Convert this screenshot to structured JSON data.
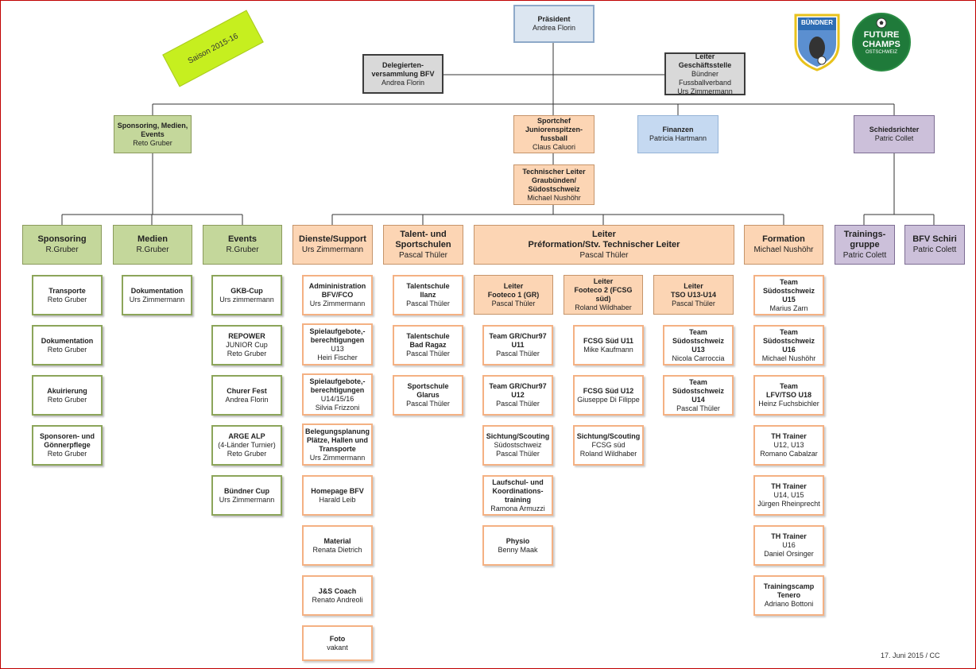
{
  "saison": "Saison 2015-16",
  "footer": "17. Juni 2015 / CC",
  "logos": {
    "buendner": "BÜNDNER",
    "future_champs_l1": "FUTURE",
    "future_champs_l2": "CHAMPS",
    "future_champs_l3": "OSTSCHWEIZ"
  },
  "praesident": {
    "title": "Präsident",
    "name": "Andrea Florin"
  },
  "delegierte": {
    "title": "Delegierten-\nversammlung BFV",
    "name": "Andrea Florin"
  },
  "geschaeftsstelle": {
    "title": "Leiter Geschäftsstelle",
    "name": "Bündner\nFussballverband\nUrs Zimmermann"
  },
  "sponsoring_medien": {
    "title": "Sponsoring, Medien,\nEvents",
    "name": "Reto Gruber"
  },
  "sportchef": {
    "title": "Sportchef\nJuniorenspitzen-\nfussball",
    "name": "Claus Caluori"
  },
  "techleiter": {
    "title": "Technischer Leiter\nGraubünden/\nSüdostschweiz",
    "name": "Michael Nushöhr"
  },
  "finanzen": {
    "title": "Finanzen",
    "name": "Patricia Hartmann"
  },
  "schiedsrichter": {
    "title": "Schiedsrichter",
    "name": "Patric Collet"
  },
  "sponsoring": {
    "title": "Sponsoring",
    "name": "R.Gruber"
  },
  "medien": {
    "title": "Medien",
    "name": "R.Gruber"
  },
  "events": {
    "title": "Events",
    "name": "R.Gruber"
  },
  "dienste": {
    "title": "Dienste/Support",
    "name": "Urs Zimmermann"
  },
  "talent": {
    "title": "Talent- und\nSportschulen",
    "name": "Pascal Thüler"
  },
  "leiter_pre": {
    "title": "Leiter\nPréformation/Stv. Technischer Leiter",
    "name": "Pascal Thüler"
  },
  "formation": {
    "title": "Formation",
    "name": "Michael Nushöhr"
  },
  "trainingsgruppe": {
    "title": "Trainings-\ngruppe",
    "name": "Patric Colett"
  },
  "bfv_schiri": {
    "title": "BFV Schiri",
    "name": "Patric Colett"
  },
  "footeco1": {
    "title": "Leiter\nFooteco 1 (GR)",
    "name": "Pascal Thüler"
  },
  "footeco2": {
    "title": "Leiter\nFooteco 2 (FCSG süd)",
    "name": "Roland Wildhaber"
  },
  "tso": {
    "title": "Leiter\nTSO U13-U14",
    "name": "Pascal Thüler"
  },
  "sponsoring_items": [
    {
      "title": "Transporte",
      "name": "Reto Gruber"
    },
    {
      "title": "Dokumentation",
      "name": "Reto Gruber"
    },
    {
      "title": "Akuirierung",
      "name": "Reto Gruber"
    },
    {
      "title": "Sponsoren- und\nGönnerpflege",
      "name": "Reto Gruber"
    }
  ],
  "medien_items": [
    {
      "title": "Dokumentation",
      "name": "Urs Zimmermann"
    }
  ],
  "events_items": [
    {
      "title": "GKB-Cup",
      "name": "Urs zimmermann"
    },
    {
      "title": "REPOWER",
      "name": "JUNIOR Cup\nReto Gruber"
    },
    {
      "title": "Churer Fest",
      "name": "Andrea Florin"
    },
    {
      "title": "ARGE ALP",
      "name": "(4-Länder Turnier)\nReto Gruber"
    },
    {
      "title": "Bündner Cup",
      "name": "Urs Zimmermann"
    }
  ],
  "dienste_items": [
    {
      "title": "Admininistration\nBFV/FCO",
      "name": "Urs Zimmermann"
    },
    {
      "title": "Spielaufgebote,-\nberechtigungen",
      "name": "U13\nHeiri Fischer"
    },
    {
      "title": "Spielaufgebote,-\nberechtigungen",
      "name": "U14/15/16\nSilvia Frizzoni"
    },
    {
      "title": "Belegungsplanung\nPlätze, Hallen und\nTransporte",
      "name": "Urs Zimmermann"
    },
    {
      "title": "Homepage BFV",
      "name": "Harald Leib"
    },
    {
      "title": "Material",
      "name": "Renata Dietrich"
    },
    {
      "title": "J&S Coach",
      "name": "Renato Andreoli"
    },
    {
      "title": "Foto",
      "name": "vakant"
    }
  ],
  "talent_items": [
    {
      "title": "Talentschule\nIlanz",
      "name": "Pascal Thüler"
    },
    {
      "title": "Talentschule\nBad Ragaz",
      "name": "Pascal Thüler"
    },
    {
      "title": "Sportschule\nGlarus",
      "name": "Pascal Thüler"
    }
  ],
  "footeco1_items": [
    {
      "title": "Team GR/Chur97\nU11",
      "name": "Pascal Thüler"
    },
    {
      "title": "Team GR/Chur97\nU12",
      "name": "Pascal Thüler"
    },
    {
      "title": "Sichtung/Scouting",
      "name": "Südostschweiz\nPascal Thüler"
    },
    {
      "title": "Laufschul- und\nKoordinations-\ntraining",
      "name": "Ramona Armuzzi"
    },
    {
      "title": "Physio",
      "name": "Benny Maak"
    }
  ],
  "footeco2_items": [
    {
      "title": "FCSG Süd U11",
      "name": "Mike Kaufmann"
    },
    {
      "title": "FCSG Süd U12",
      "name": "Giuseppe Di Filippe"
    },
    {
      "title": "Sichtung/Scouting",
      "name": "FCSG süd\nRoland Wildhaber"
    }
  ],
  "tso_items": [
    {
      "title": "Team\nSüdostschweiz U13",
      "name": "Nicola Carroccia"
    },
    {
      "title": "Team\nSüdostschweiz U14",
      "name": "Pascal Thüler"
    }
  ],
  "formation_items": [
    {
      "title": "Team\nSüdostschweiz U15",
      "name": "Marius Zarn"
    },
    {
      "title": "Team\nSüdostschweiz U16",
      "name": "Michael Nushöhr"
    },
    {
      "title": "Team\nLFV/TSO U18",
      "name": "Heinz Fuchsbichler"
    },
    {
      "title": "TH Trainer",
      "name": "U12, U13\nRomano Cabalzar"
    },
    {
      "title": "TH Trainer",
      "name": "U14, U15\nJürgen Rheinprecht"
    },
    {
      "title": "TH Trainer",
      "name": "U16\nDaniel Orsinger"
    },
    {
      "title": "Trainingscamp\nTenero",
      "name": "Adriano Bottoni"
    }
  ]
}
